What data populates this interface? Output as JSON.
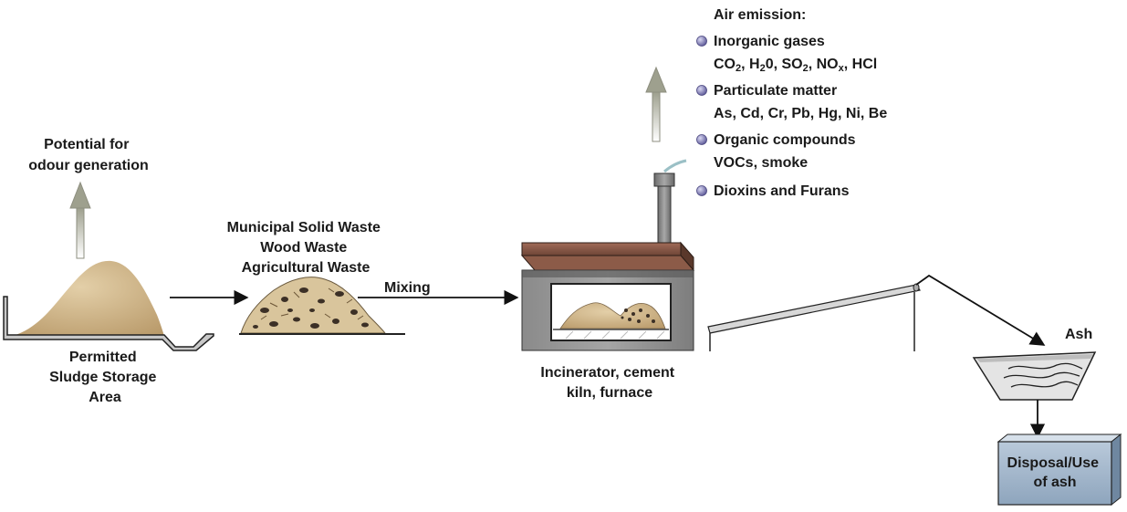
{
  "odour_label": [
    "Potential for",
    "odour generation"
  ],
  "storage_label": [
    "Permitted",
    "Sludge Storage",
    "Area"
  ],
  "waste_label": [
    "Municipal Solid Waste",
    "Wood Waste",
    "Agricultural Waste"
  ],
  "mixing_label": "Mixing",
  "incinerator_label": [
    "Incinerator, cement",
    "kiln, furnace"
  ],
  "emissions": {
    "title": "Air emission:",
    "items": [
      {
        "name": "Inorganic gases",
        "detail_parts": [
          {
            "t": "CO",
            "sub": false
          },
          {
            "t": "2",
            "sub": true
          },
          {
            "t": ", H",
            "sub": false
          },
          {
            "t": "2",
            "sub": true
          },
          {
            "t": "0, SO",
            "sub": false
          },
          {
            "t": "2",
            "sub": true
          },
          {
            "t": ", NO",
            "sub": false
          },
          {
            "t": "x",
            "sub": true
          },
          {
            "t": ", HCl",
            "sub": false
          }
        ]
      },
      {
        "name": "Particulate matter",
        "detail_parts": [
          {
            "t": "As, Cd, Cr, Pb, Hg, Ni, Be",
            "sub": false
          }
        ]
      },
      {
        "name": "Organic compounds",
        "detail_parts": [
          {
            "t": "VOCs, smoke",
            "sub": false
          }
        ]
      },
      {
        "name": "Dioxins and Furans",
        "detail_parts": []
      }
    ]
  },
  "ash_label": "Ash",
  "disposal_label": [
    "Disposal/Use",
    "of ash"
  ],
  "colors": {
    "pile": "#c8b08a",
    "roof": "#8a5a4a",
    "kiln_body": "#8c8c8c",
    "disposal_box": "#9fb4c9",
    "bullet": "#6e6aa8"
  }
}
